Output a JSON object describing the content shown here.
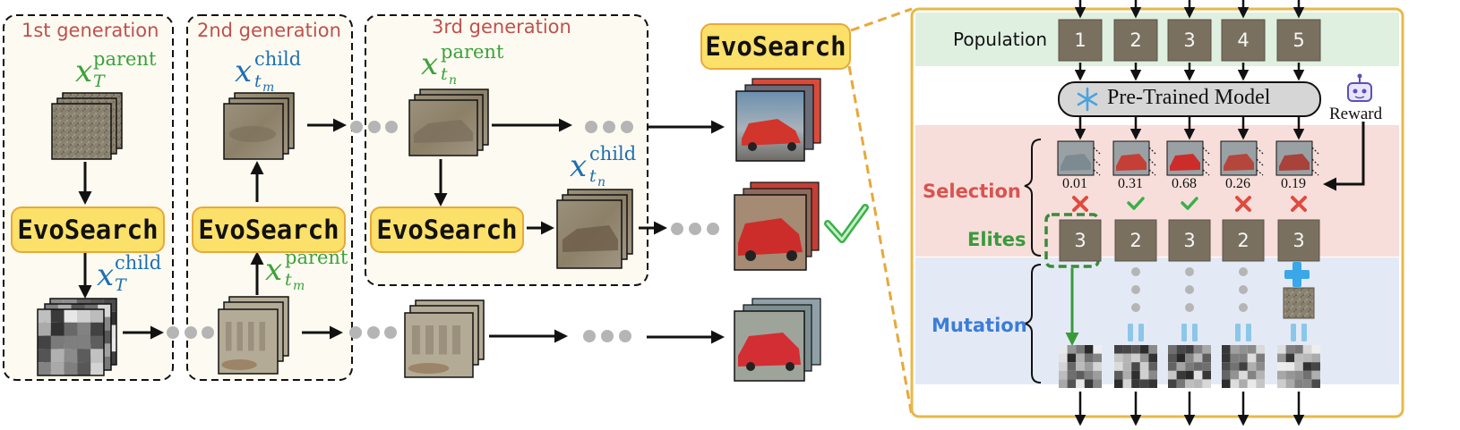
{
  "generations": {
    "first": "1st generation",
    "second": "2nd generation",
    "third": "3rd generation"
  },
  "evosearch_label": "EvoSearch",
  "notation": {
    "x": "x",
    "parent": "parent",
    "child": "child",
    "T": "T",
    "t": "t",
    "m": "m",
    "n": "n"
  },
  "panel": {
    "title": "EvoSearch",
    "population_label": "Population",
    "population_ids": [
      "1",
      "2",
      "3",
      "4",
      "5"
    ],
    "model_label": "Pre-Trained Model",
    "reward_label": "Reward",
    "selection_label": "Selection",
    "scores": [
      "0.01",
      "0.31",
      "0.68",
      "0.26",
      "0.19"
    ],
    "selected": [
      false,
      true,
      true,
      false,
      false
    ],
    "elites_label": "Elites",
    "elite_ids": [
      "3",
      "2",
      "3",
      "2",
      "3"
    ],
    "mutation_label": "Mutation"
  },
  "colors": {
    "generation_title": "#c0504d",
    "parent": "#3aa23a",
    "child": "#1f6fb3",
    "evo_fill": "#fbe06a",
    "evo_border": "#e8a83a",
    "selection": "#d9534f",
    "elites": "#3a9a3a",
    "mutation": "#3b7dd8",
    "population_band": "#dff0e1",
    "selection_band": "#f7dedb",
    "mutation_band": "#e3eaf6"
  }
}
